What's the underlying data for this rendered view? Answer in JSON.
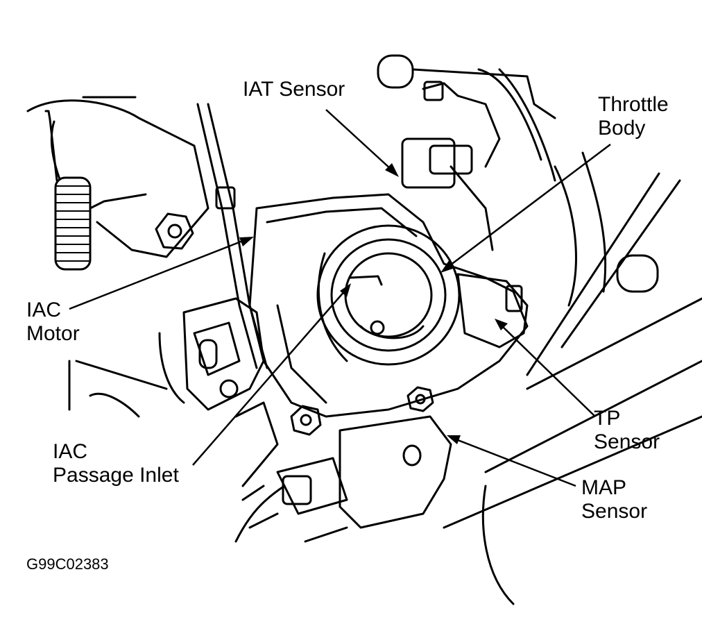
{
  "labels": {
    "iat_sensor": "IAT Sensor",
    "throttle_body_line1": "Throttle",
    "throttle_body_line2": "Body",
    "iac_motor_line1": "IAC",
    "iac_motor_line2": "Motor",
    "tp_sensor_line1": "TP",
    "tp_sensor_line2": "Sensor",
    "iac_passage_line1": "IAC",
    "iac_passage_line2": "Passage Inlet",
    "map_sensor_line1": "MAP",
    "map_sensor_line2": "Sensor"
  },
  "figure_code": "G99C02383"
}
